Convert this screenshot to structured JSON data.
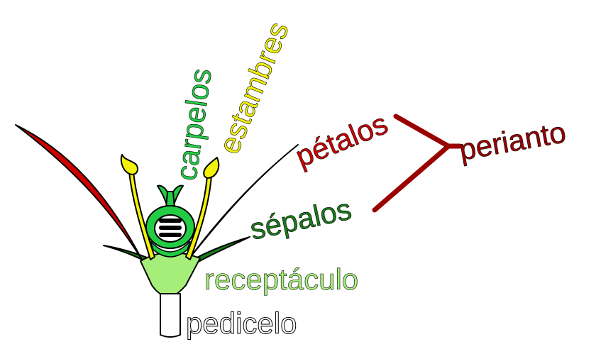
{
  "labels": {
    "carpels": "carpelos",
    "stamens": "estambres",
    "petals": "pétalos",
    "perianth": "perianto",
    "sepals": "sépalos",
    "receptacle": "receptáculo",
    "pedicel": "pedicelo"
  },
  "colors": {
    "carpels": "#22cc44",
    "stamens": "#f2f20a",
    "petals": "#cc0000",
    "perianth": "#990000",
    "sepals": "#1a7a1a",
    "receptacle": "#a6ee7a",
    "pedicel": "#ffffff",
    "outline": "#000000"
  }
}
